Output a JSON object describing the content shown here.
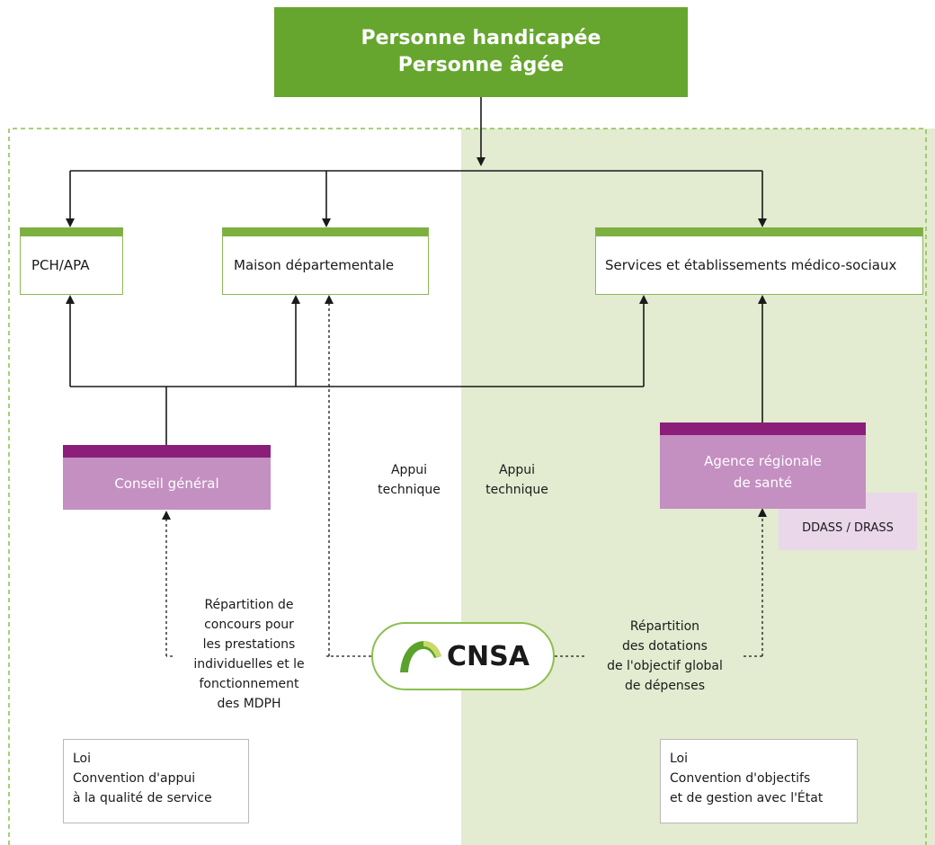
{
  "colors": {
    "green_header": "#66a62e",
    "green_panel": "#e3ebd0",
    "purple_header": "#8a1e79",
    "purple_box": "#c48fc1",
    "pale_purple": "#ead7ea",
    "dashed_border": "#8cbf4e"
  },
  "top": {
    "line1": "Personne handicapée",
    "line2": "Personne âgée"
  },
  "boxes": {
    "pch_apa": "PCH/APA",
    "maison": "Maison départementale",
    "services": "Services et établissements médico-sociaux"
  },
  "conseil": "Conseil général",
  "agence": {
    "line1": "Agence régionale",
    "line2": "de santé"
  },
  "ddass": "DDASS / DRASS",
  "appui_left": {
    "line1": "Appui",
    "line2": "technique"
  },
  "appui_right": {
    "line1": "Appui",
    "line2": "technique"
  },
  "repartition_left": [
    "Répartition de",
    "concours pour",
    "les prestations",
    "individuelles et le",
    "fonctionnement",
    "des MDPH"
  ],
  "repartition_right": [
    "Répartition",
    "des dotations",
    "de l'objectif global",
    "de dépenses"
  ],
  "cnsa": {
    "logo_icon": "cnsa-arch-logo",
    "text": "CNSA"
  },
  "loi_left": [
    "Loi",
    "Convention d'appui",
    "à la qualité de service"
  ],
  "loi_right": [
    "Loi",
    "Convention d'objectifs",
    "et de gestion avec l'État"
  ]
}
